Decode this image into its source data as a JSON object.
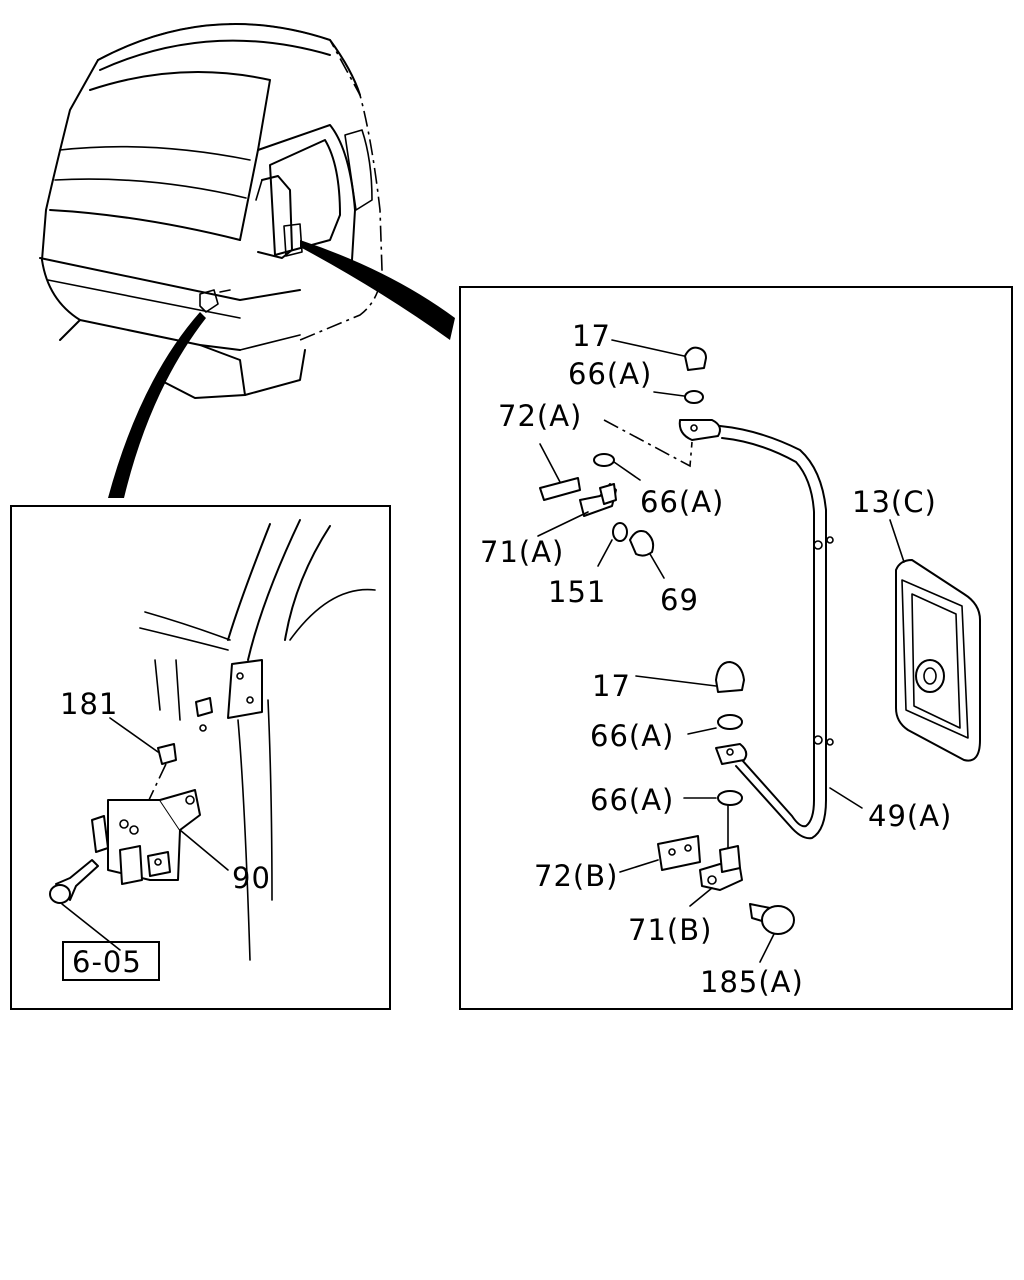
{
  "labels": {
    "left_inset": {
      "l181": "181",
      "l90": "90",
      "ref": "6-05"
    },
    "right_inset": {
      "l17_top": "17",
      "l66a_1": "66(A)",
      "l72a": "72(A)",
      "l66a_2": "66(A)",
      "l71a": "71(A)",
      "l151": "151",
      "l69": "69",
      "l13c": "13(C)",
      "l17_mid": "17",
      "l66a_3": "66(A)",
      "l66a_4": "66(A)",
      "l49a": "49(A)",
      "l72b": "72(B)",
      "l71b": "71(B)",
      "l185a": "185(A)"
    }
  }
}
